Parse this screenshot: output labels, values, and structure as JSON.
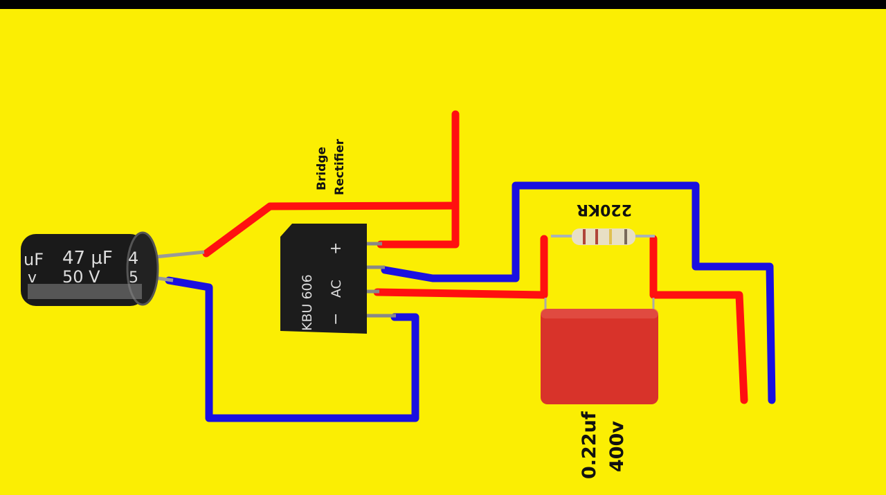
{
  "colors": {
    "background": "#fbee03",
    "positive_wire": "#ff1010",
    "negative_wire": "#1a10e0",
    "top_bar": "#000000"
  },
  "labels": {
    "bridge_line1": "Bridge",
    "bridge_line2": "Rectifier",
    "resistor": "220KR",
    "film_cap_line1": "0.22uf",
    "film_cap_line2": "400v"
  },
  "electrolytic_capacitor": {
    "text1": "47 µF",
    "text2": "50 V",
    "text_left1": "uF",
    "text_left2": "v",
    "text_right1": "4",
    "text_right2": "5"
  },
  "bridge_rectifier": {
    "model": "KBU 606",
    "plus": "+",
    "ac": "AC",
    "minus": "−"
  }
}
